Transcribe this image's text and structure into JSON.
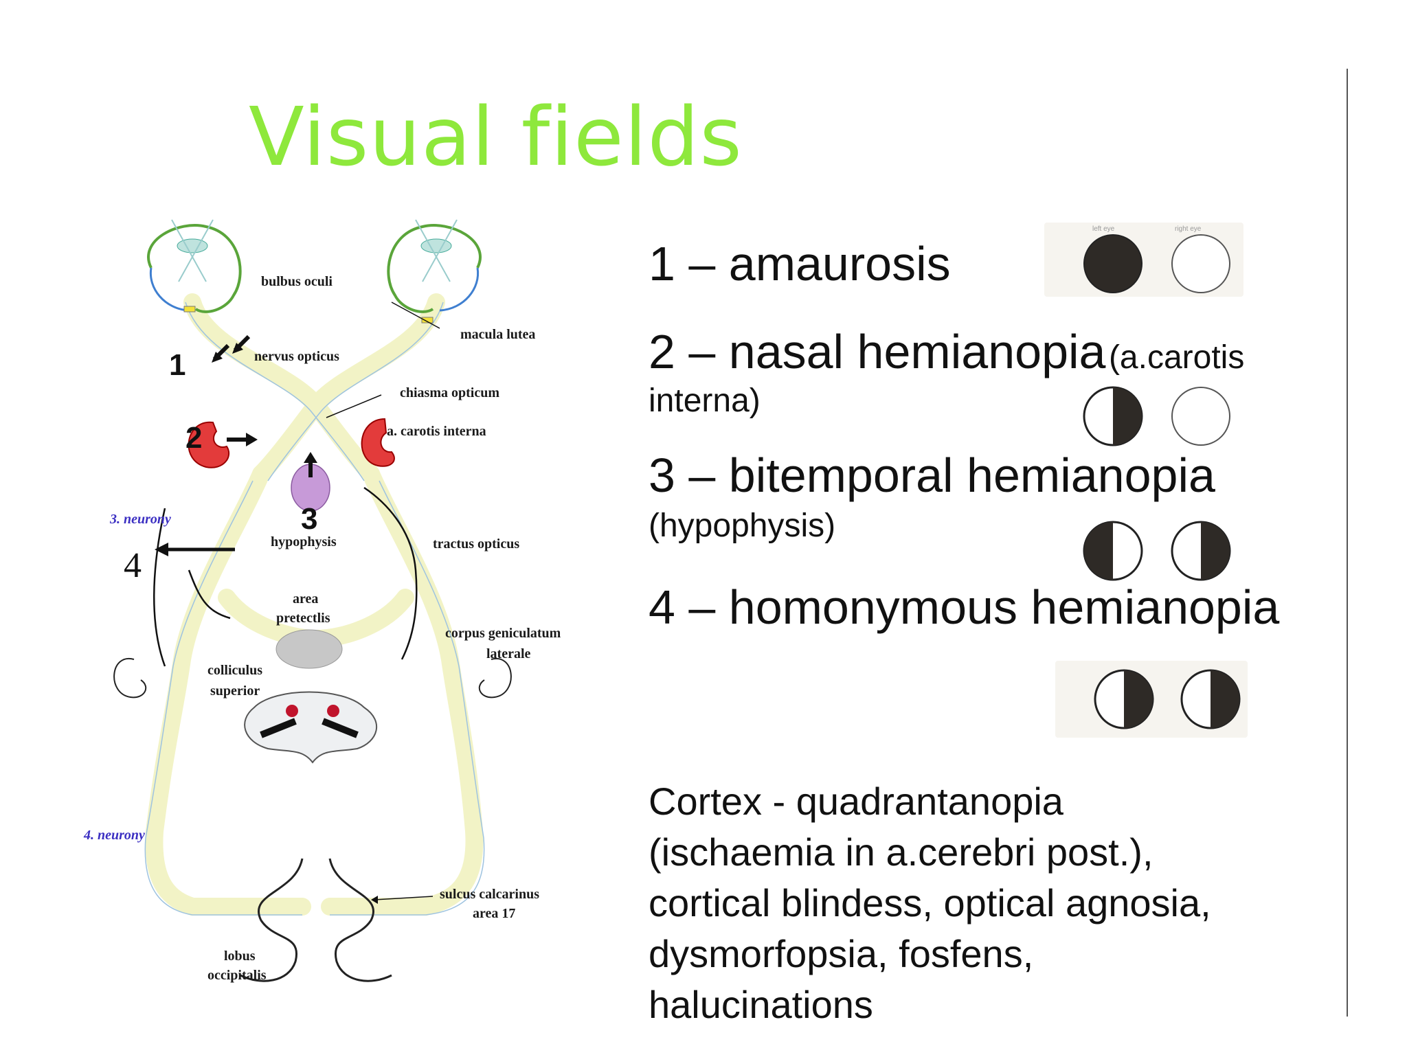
{
  "title": {
    "text": "Visual fields",
    "color": "#8ee83c"
  },
  "diagram": {
    "labels": {
      "bulbus": "bulbus oculi",
      "macula": "macula lutea",
      "nervus": "nervus opticus",
      "chiasma": "chiasma opticum",
      "carotis": "a. carotis interna",
      "neurony3": "3. neurony",
      "hypophysis": "hypophysis",
      "tractus": "tractus opticus",
      "area_l1": "area",
      "area_l2": "pretectlis",
      "corpus_l1": "corpus geniculatum",
      "corpus_l2": "laterale",
      "colliculus_l1": "colliculus",
      "colliculus_l2": "superior",
      "neurony4": "4. neurony",
      "sulcus_l1": "sulcus calcarinus",
      "sulcus_l2": "area 17",
      "lobus_l1": "lobus",
      "lobus_l2": "occipitalis"
    },
    "markers": {
      "m1": "1",
      "m2": "2",
      "m3": "3",
      "m4": "4"
    },
    "colors": {
      "eye": "#5aa53a",
      "nerve": "#f2f3c6",
      "carotid": "#e33b3b",
      "hypophysis": "#c79ad8",
      "neurony": "#3a2ec2"
    }
  },
  "defects": [
    {
      "head": "1 – amaurosis",
      "cause": "",
      "cause_cont": "",
      "left_eye": "full",
      "right_eye": "none"
    },
    {
      "head": "2 – nasal hemianopia",
      "cause": "(a.carotis",
      "cause_cont": "interna)",
      "left_eye": "nasal",
      "right_eye": "none"
    },
    {
      "head": "3 – bitemporal hemianopia",
      "cause": "",
      "cause_cont": "(hypophysis)",
      "left_eye": "temporal",
      "right_eye": "temporal"
    },
    {
      "head": "4 – homonymous hemianopia",
      "cause": "",
      "cause_cont": "",
      "left_eye": "right-half",
      "right_eye": "right-half"
    }
  ],
  "eye_captions": {
    "left": "left eye",
    "right": "right eye"
  },
  "cortex": {
    "lines": [
      "Cortex - quadrantanopia",
      "(ischaemia in a.cerebri post.),",
      "cortical blindess, optical agnosia,",
      "dysmorfopsia, fosfens,",
      "halucinations"
    ]
  }
}
